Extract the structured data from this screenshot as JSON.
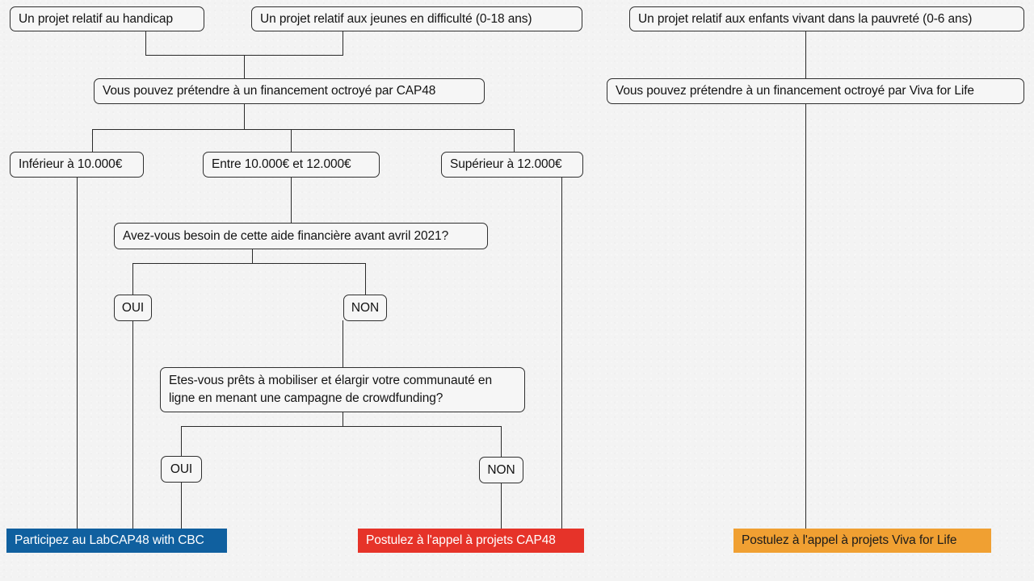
{
  "diagram": {
    "title": "Arbre de decision financement CAP48 / Viva for Life",
    "colors": {
      "background": "#f3f3f3",
      "node_fill": "#f6f6f6",
      "node_border": "#2f2f2f",
      "line": "#2a2a2a",
      "terminal_blue": "#10609f",
      "terminal_red": "#e63329",
      "terminal_orange": "#f0a032"
    }
  },
  "nodes": {
    "start_handicap": "Un projet relatif au handicap",
    "start_jeunes": "Un projet relatif aux jeunes en difficulté (0-18 ans)",
    "start_pauvrete": "Un projet relatif aux enfants vivant dans la pauvreté (0-6 ans)",
    "financement_cap48": "Vous pouvez prétendre à un financement octroyé par CAP48",
    "financement_viva": "Vous pouvez prétendre à un financement octroyé par Viva for Life",
    "montant_inferieur": "Inférieur à 10.000€",
    "montant_entre": "Entre 10.000€ et 12.000€",
    "montant_superieur": "Supérieur à 12.000€",
    "question_delai": "Avez-vous besoin de cette aide financière avant avril 2021?",
    "question_crowdfunding": "Etes-vous prêts à mobiliser et élargir votre communauté en ligne en menant une campagne de crowdfunding?",
    "delai_oui": "OUI",
    "delai_non": "NON",
    "crowdfunding_oui": "OUI",
    "crowdfunding_non": "NON"
  },
  "results": {
    "lab_cap48": "Participez au LabCAP48 with CBC",
    "appel_cap48": "Postulez à l'appel à projets CAP48",
    "appel_viva": "Postulez à l'appel à projets Viva for Life"
  }
}
